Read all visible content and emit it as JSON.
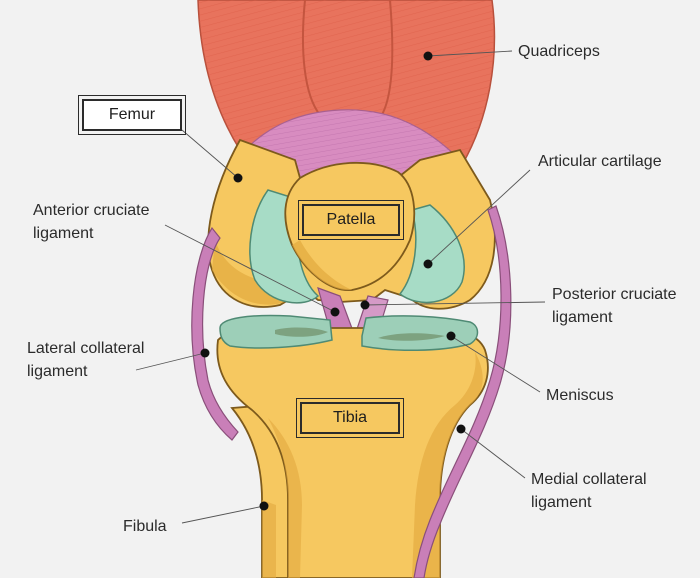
{
  "labels": {
    "quadriceps": "Quadriceps",
    "femur": "Femur",
    "articular_cartilage": "Articular cartilage",
    "anterior_cruciate": "Anterior cruciate\nligament",
    "patella": "Patella",
    "posterior_cruciate": "Posterior cruciate\nligament",
    "lateral_collateral": "Lateral collateral\nligament",
    "meniscus": "Meniscus",
    "tibia": "Tibia",
    "medial_collateral": "Medial collateral\nligament",
    "fibula": "Fibula"
  },
  "colors": {
    "background": "#f2f2f2",
    "bone": "#f6c860",
    "bone_shade": "#e3a93f",
    "bone_outline": "#7d5a1c",
    "muscle": "#e8735d",
    "tendon": "#d88cc0",
    "cartilage": "#a7dcc6",
    "ligament": "#c97fb8",
    "meniscus": "#9dcfb8",
    "leader": "#555555"
  }
}
